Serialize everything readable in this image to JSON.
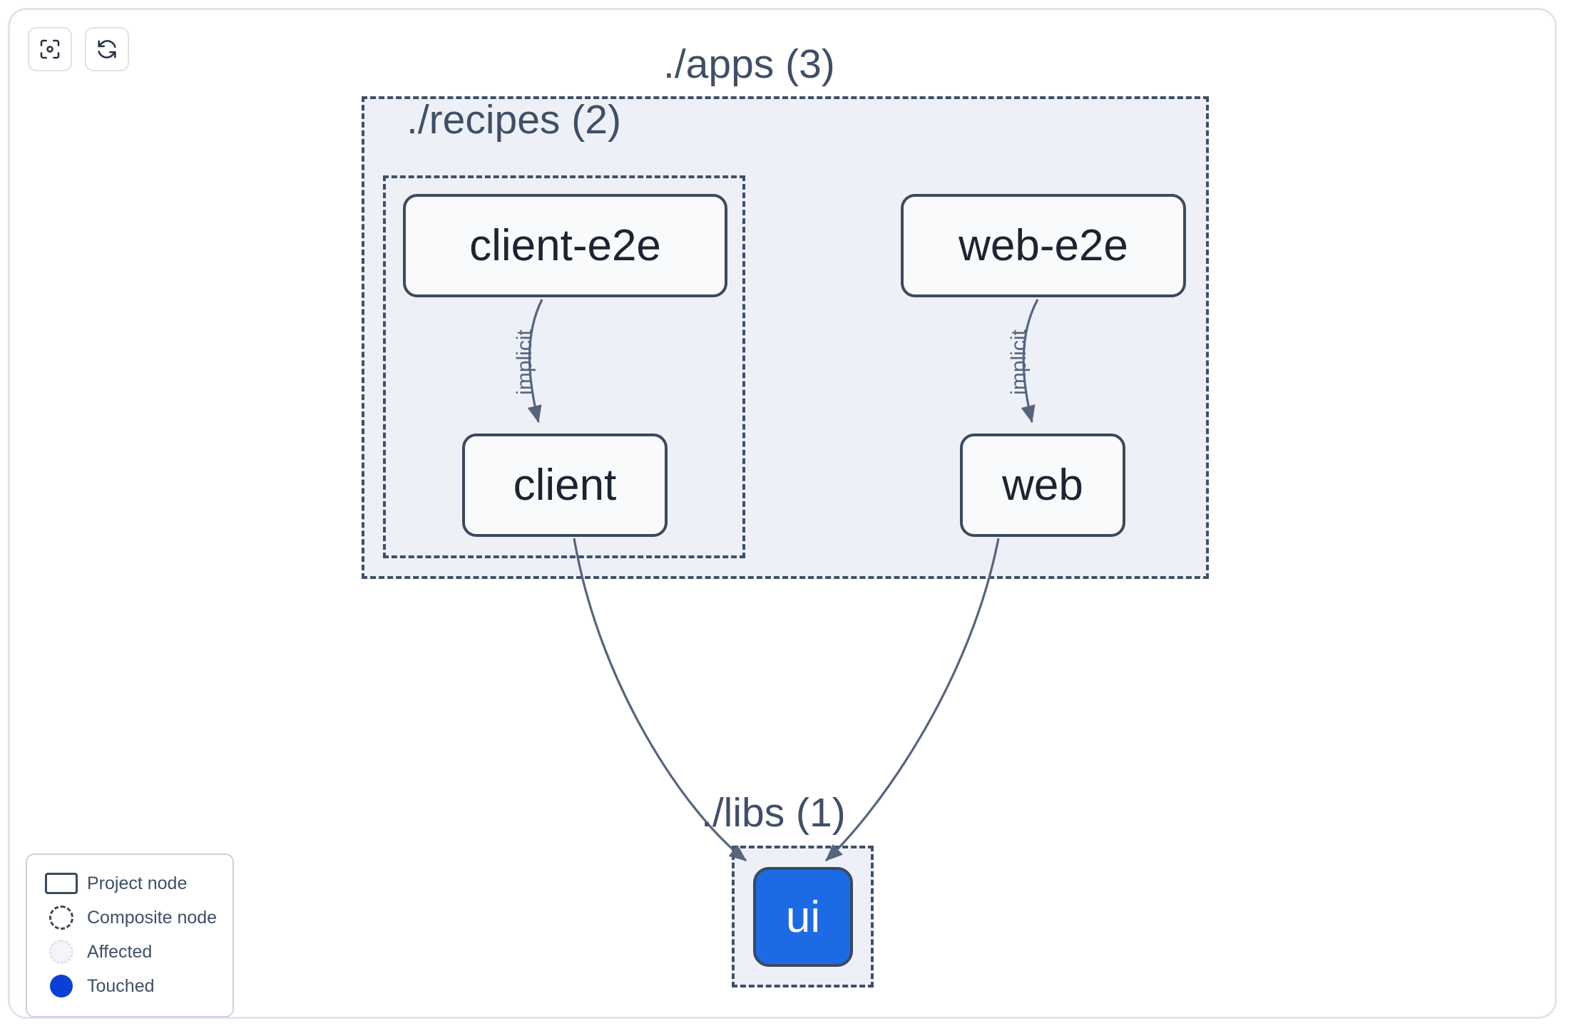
{
  "app": {
    "name": "project-graph-viewer",
    "background": "#ffffff",
    "frame_border_color": "#e0e4ee"
  },
  "toolbar": {
    "buttons": [
      {
        "name": "focus-graph-button",
        "icon": "focus-scan-icon",
        "label": ""
      },
      {
        "name": "refresh-graph-button",
        "icon": "refresh-icon",
        "label": ""
      }
    ]
  },
  "graph": {
    "groups": [
      {
        "id": "apps",
        "label": "./apps (3)",
        "count": 3,
        "fill": "#edf1f7",
        "border": "#3f4f67"
      },
      {
        "id": "recipes",
        "label": "./recipes (2)",
        "count": 2,
        "fill": "#edf1f7",
        "border": "#3f4f67"
      },
      {
        "id": "libs",
        "label": "./libs (1)",
        "count": 1,
        "fill": "#edf1f7",
        "border": "#3f4f67"
      }
    ],
    "nodes": [
      {
        "id": "client-e2e",
        "label": "client-e2e",
        "group": "recipes",
        "state": "normal",
        "fill": "#f8fafc",
        "text_color": "#1c2431"
      },
      {
        "id": "web-e2e",
        "label": "web-e2e",
        "group": "apps",
        "state": "normal",
        "fill": "#f8fafc",
        "text_color": "#1c2431"
      },
      {
        "id": "client",
        "label": "client",
        "group": "recipes",
        "state": "normal",
        "fill": "#f8fafc",
        "text_color": "#1c2431"
      },
      {
        "id": "web",
        "label": "web",
        "group": "apps",
        "state": "normal",
        "fill": "#f8fafc",
        "text_color": "#1c2431"
      },
      {
        "id": "ui",
        "label": "ui",
        "group": "libs",
        "state": "touched",
        "fill": "#1d6ae5",
        "text_color": "#ffffff"
      }
    ],
    "edges": [
      {
        "source": "client-e2e",
        "target": "client",
        "label": "implicit"
      },
      {
        "source": "web-e2e",
        "target": "web",
        "label": "implicit"
      },
      {
        "source": "client",
        "target": "ui",
        "label": ""
      },
      {
        "source": "web",
        "target": "ui",
        "label": ""
      }
    ]
  },
  "legend": {
    "items": [
      {
        "icon": "project-node-icon",
        "label": "Project node"
      },
      {
        "icon": "composite-node-icon",
        "label": "Composite node"
      },
      {
        "icon": "affected-node-icon",
        "label": "Affected"
      },
      {
        "icon": "touched-node-icon",
        "label": "Touched",
        "color": "#0b40d8"
      }
    ]
  }
}
